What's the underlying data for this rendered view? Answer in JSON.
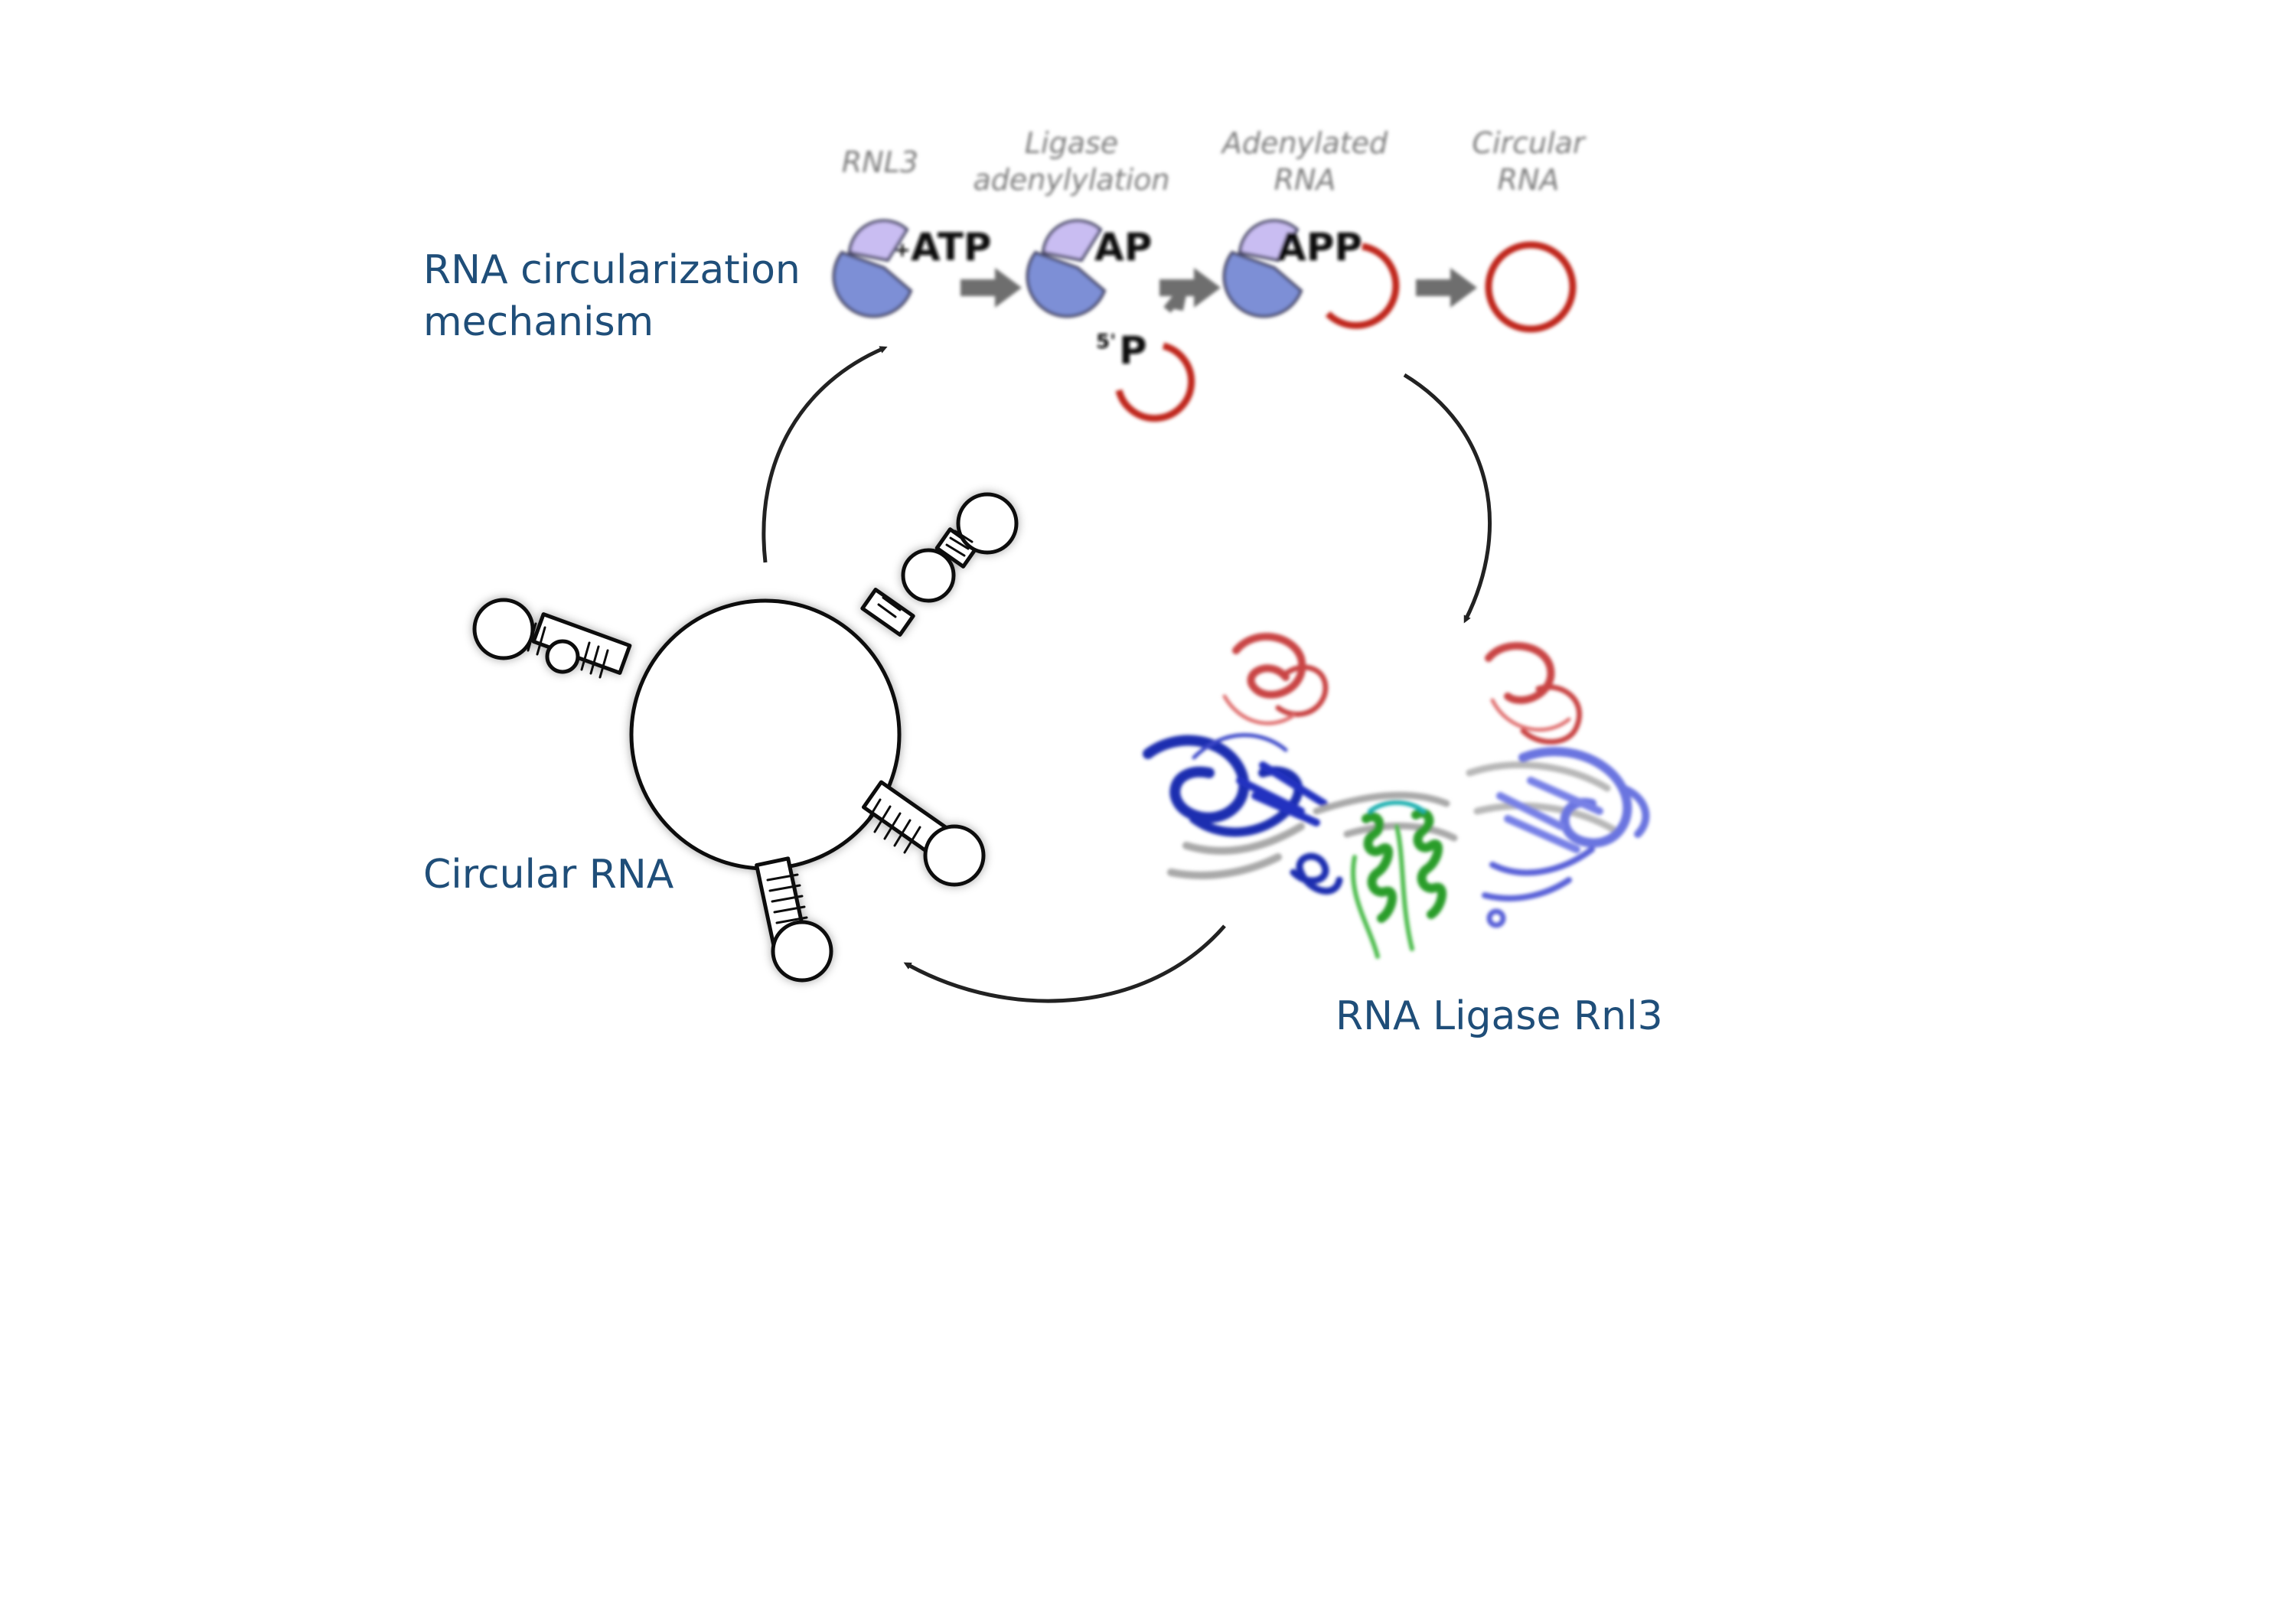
{
  "labels": {
    "mechanism_line1": "RNA circularization",
    "mechanism_line2": "mechanism",
    "circular_rna": "Circular RNA",
    "ligase": "RNA Ligase Rnl3"
  },
  "steps": {
    "rnl3": "RNL3",
    "ligase_line1": "Ligase",
    "ligase_line2": "adenylylation",
    "adenylated_line1": "Adenylated",
    "adenylated_line2": "RNA",
    "circular_line1": "Circular",
    "circular_line2": "RNA"
  },
  "chem": {
    "plus": "+",
    "atp": "ATP",
    "ap": "AP",
    "app": "APP",
    "five_prime": "5'",
    "p": "P"
  },
  "colors": {
    "label_blue": "#1f4e79",
    "enzyme_light": "#c9bdf2",
    "enzyme_dark": "#7d8fd6",
    "rna_red": "#c0281e",
    "arrow_grey": "#6e6e6e",
    "cycle_arrow": "#222222",
    "protein_blue": "#1c2db0",
    "protein_green": "#2a9d2a",
    "protein_red": "#c94545",
    "protein_grey": "#a9a9a9"
  },
  "icons": {
    "enzyme": "pacman-enzyme-icon",
    "rna_linear": "open-ring-rna-icon",
    "rna_circular": "closed-ring-rna-icon",
    "protein": "ribbon-protein-structure",
    "circular_rna": "stem-loop-circle-rna"
  }
}
